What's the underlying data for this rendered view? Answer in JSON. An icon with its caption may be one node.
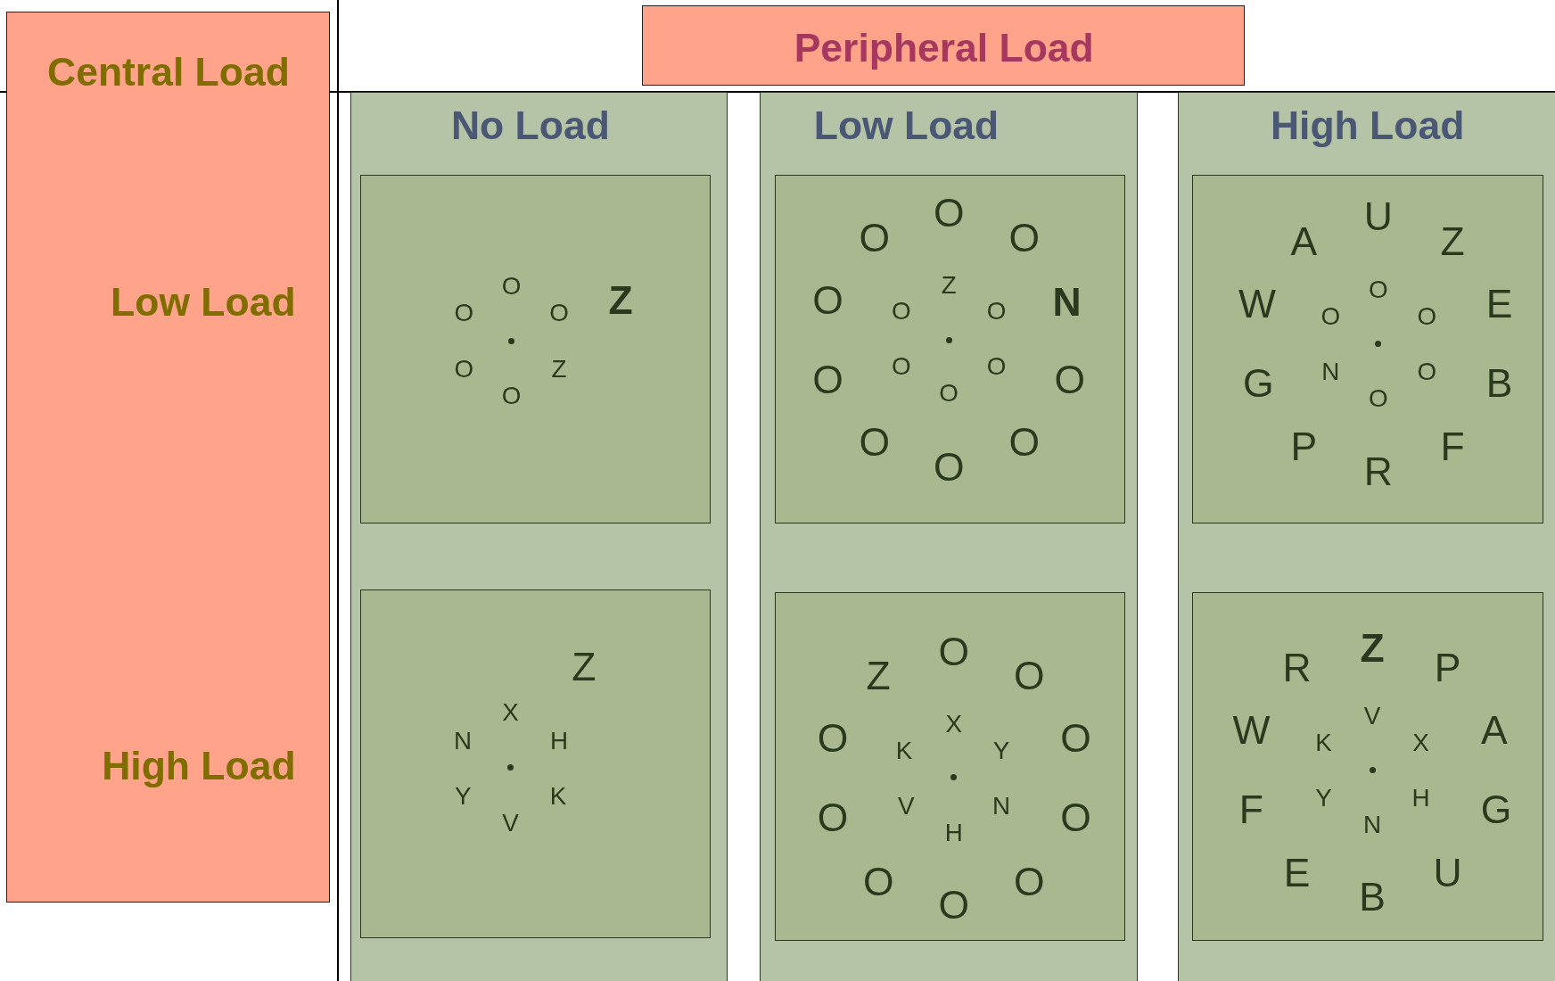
{
  "diagram": {
    "nodes": [
      {
        "text": [
          "Central Load",
          "Low Load",
          "High Load"
        ]
      },
      {
        "text": [
          "Peripheral Load"
        ]
      },
      {
        "text": [
          "No Load"
        ]
      },
      {
        "text": [
          "O",
          "Z",
          "O",
          "O",
          "O",
          "Z",
          "O"
        ],
        "in": 2
      },
      {
        "text": [
          "Z",
          "X",
          "N",
          "H",
          "Y",
          "K",
          "V"
        ],
        "in": 2
      },
      {
        "text": [
          "Low Load"
        ]
      },
      {
        "text": [
          "O",
          "O",
          "O",
          "Z",
          "O",
          "N",
          "O",
          "O",
          "O",
          "O",
          "O",
          "O",
          "O",
          "O",
          "O",
          "O"
        ],
        "in": 5
      },
      {
        "text": [
          "O",
          "Z",
          "O",
          "X",
          "O",
          "O",
          "K",
          "Y",
          "V",
          "N",
          "O",
          "O",
          "H",
          "O",
          "O",
          "O"
        ],
        "in": 5
      },
      {
        "text": [
          "High Load"
        ]
      },
      {
        "text": [
          "U",
          "A",
          "Z",
          "O",
          "W",
          "E",
          "O",
          "O",
          "N",
          "O",
          "G",
          "B",
          "O",
          "P",
          "F",
          "R"
        ],
        "in": 8
      },
      {
        "text": [
          "Z",
          "R",
          "P",
          "V",
          "W",
          "A",
          "K",
          "X",
          "Y",
          "H",
          "F",
          "G",
          "N",
          "E",
          "U",
          "B"
        ],
        "in": 8
      }
    ]
  }
}
